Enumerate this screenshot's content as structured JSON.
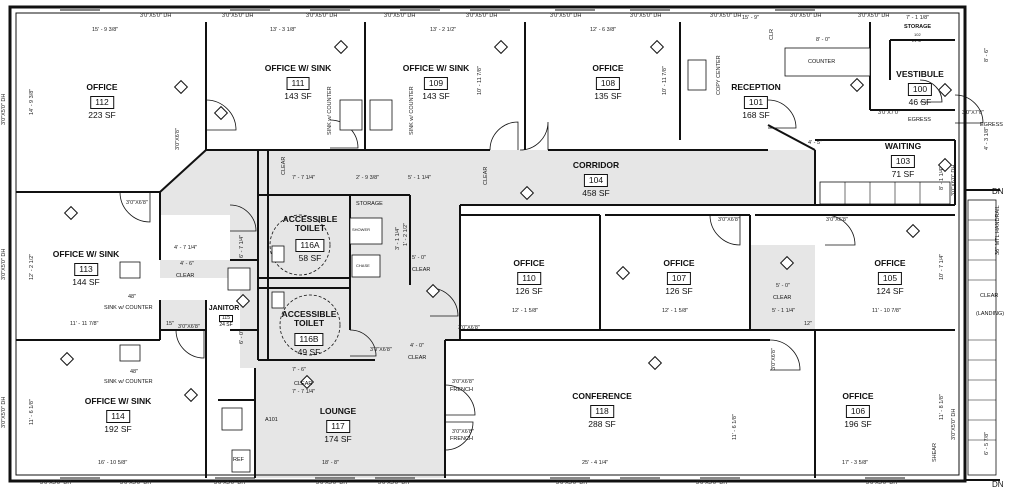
{
  "rooms": [
    {
      "id": "office-112",
      "name": "OFFICE",
      "number": "112",
      "area": "223 SF"
    },
    {
      "id": "office-111",
      "name": "OFFICE W/ SINK",
      "number": "111",
      "area": "143 SF"
    },
    {
      "id": "office-109",
      "name": "OFFICE W/ SINK",
      "number": "109",
      "area": "143 SF"
    },
    {
      "id": "office-108",
      "name": "OFFICE",
      "number": "108",
      "area": "135 SF"
    },
    {
      "id": "reception-101",
      "name": "RECEPTION",
      "number": "101",
      "area": "168 SF"
    },
    {
      "id": "vestibule-100",
      "name": "VESTIBULE",
      "number": "100",
      "area": "46 SF"
    },
    {
      "id": "waiting-103",
      "name": "WAITING",
      "number": "103",
      "area": "71 SF"
    },
    {
      "id": "corridor-104",
      "name": "CORRIDOR",
      "number": "104",
      "area": "458 SF"
    },
    {
      "id": "office-113",
      "name": "OFFICE W/ SINK",
      "number": "113",
      "area": "144 SF"
    },
    {
      "id": "toilet-116a",
      "name": "ACCESSIBLE TOILET",
      "number": "116A",
      "area": "58 SF"
    },
    {
      "id": "toilet-116b",
      "name": "ACCESSIBLE TOILET",
      "number": "116B",
      "area": "49 SF"
    },
    {
      "id": "office-110",
      "name": "OFFICE",
      "number": "110",
      "area": "126 SF"
    },
    {
      "id": "office-107",
      "name": "OFFICE",
      "number": "107",
      "area": "126 SF"
    },
    {
      "id": "office-105",
      "name": "OFFICE",
      "number": "105",
      "area": "124 SF"
    },
    {
      "id": "janitor-115",
      "name": "JANITOR",
      "number": "115",
      "area": "24 SF"
    },
    {
      "id": "office-114",
      "name": "OFFICE W/ SINK",
      "number": "114",
      "area": "192 SF"
    },
    {
      "id": "lounge-117",
      "name": "LOUNGE",
      "number": "117",
      "area": "174 SF"
    },
    {
      "id": "conference-118",
      "name": "CONFERENCE",
      "number": "118",
      "area": "288 SF"
    },
    {
      "id": "office-106",
      "name": "OFFICE",
      "number": "106",
      "area": "196 SF"
    }
  ],
  "labels": {
    "storage_top": "STORAGE",
    "storage_top_num": "102",
    "storage_top_area": "21 SF",
    "storage_mid": "STORAGE",
    "counter": "COUNTER",
    "copy_center": "COPY CENTER",
    "egress_a": "EGRESS",
    "egress_b": "EGRESS",
    "sink_counter_a": "SINK w/ COUNTER",
    "sink_counter_b": "SINK w/ COUNTER",
    "sink_counter_c": "SINK w/ COUNTER",
    "sink_counter_d": "SINK w/ COUNTER",
    "french_a": "FRENCH",
    "french_b": "FRENCH",
    "clear": "CLEAR",
    "dn_a": "DN",
    "dn_b": "DN",
    "landing": "(LANDING)",
    "shear": "SHEAR",
    "ref": "REF",
    "a101": "A101",
    "shower": "SHOWER",
    "chase": "CHASE",
    "clr": "CLR",
    "handrail": "36\" MTL HANDRAIL"
  },
  "door_labels": {
    "d_top_1": "3'0\"X5'0\" DH",
    "d_top_2": "3'0\"X5'0\" DH",
    "d_top_3": "3'0\"X5'0\" DH",
    "d_top_4": "3'0\"X5'0\" DH",
    "d_top_5": "3'0\"X5'0\" DH",
    "d_top_6": "3'0\"X5'0\" DH",
    "d_top_7": "3'0\"X5'0\" DH",
    "d_top_8": "3'0\"X5'0\" DH",
    "d_top_9": "3'0\"X5'0\" DH",
    "d_top_10": "3'0\"X5'0\" DH",
    "d_bot_1": "3'0\"X5'0\" DH",
    "d_bot_2": "3'0\"X5'0\" DH",
    "d_bot_3": "3'0\"X5'0\" DH",
    "d_bot_4": "3'0\"X5'0\" DH",
    "d_bot_5": "3'0\"X5'0\" DH",
    "d_bot_6": "3'0\"X5'0\" DH",
    "d_bot_7": "3'0\"X5'0\" DH",
    "d_bot_8": "3'0\"X5'0\" DH",
    "d_left_1": "3'0\"X5'0\" DH",
    "d_left_2": "3'0\"X5'0\" DH",
    "d_left_3": "3'0\"X5'0\" DH",
    "d_right_1": "3'0\"X6'0\" DH",
    "d_right_2": "3'0\"X5'0\" DH",
    "int_1": "3'0\"X6'8\"",
    "int_2": "3'0\"X6'8\"",
    "int_3": "3'0\"X6'8\"",
    "int_4": "3'0\"X6'8\"",
    "int_5": "3'0\"X6'8\"",
    "int_6": "3'0\"X6'8\"",
    "int_7": "3'0\"X6'8\"",
    "int_8": "3'0\"X6'8\"",
    "int_9": "3'0\"X6'8\"",
    "int_10": "3'0\"X6'8\"",
    "int_11": "3'0\"X7'0\"",
    "int_12": "3'0\"X7'0\""
  },
  "dimensions": {
    "w_112": "15' - 9 3/8\"",
    "w_111": "13' - 3 1/8\"",
    "w_109": "13' - 2 1/2\"",
    "w_108": "12' - 6 3/8\"",
    "w_101": "15' - 9\"",
    "w_100": "7' - 1 1/8\"",
    "w_counter": "8' - 0\"",
    "w_waiting": "4' - 5\"",
    "h_112": "14' - 9 3/8\"",
    "h_113": "12' - 2 1/2\"",
    "h_114": "11' - 6 1/8\"",
    "w_113": "11' - 11 7/8\"",
    "w_114": "16' - 10 5/8\"",
    "w_110": "12' - 1 5/8\"",
    "w_107": "12' - 1 5/8\"",
    "w_105": "11' - 10 7/8\"",
    "w_lounge": "18' - 8\"",
    "w_conf": "25' - 4 1/4\"",
    "w_106": "17' - 3 5/8\"",
    "d_7_7": "7' - 7 1/4\"",
    "d_7_6": "7' - 6\"",
    "d_2_9": "2' - 9 3/8\"",
    "d_5_1": "5' - 1 1/4\"",
    "d_4_7": "4' - 7 1/4\"",
    "d_4_6": "4' - 6\"",
    "d_4_0": "4' - 0\"",
    "d_5_0a": "5' - 0\"",
    "d_5_0b": "5' - 0\"",
    "d_5_1b": "5' - 1 1/4\"",
    "d_3_1": "3' - 1 1/4\"",
    "d_1_2": "1' - 2 1/2\"",
    "d_7_2": "7' - 7 1/4\"",
    "v_10_11": "10' - 11 7/8\"",
    "v_10_11b": "10' - 11 7/8\"",
    "v_11_8": "11' - 8 1/8\"",
    "v_11_6": "11' - 6 1/8\"",
    "v_8_6": "8' - 6\"",
    "v_6_5": "6' - 5 7/8\"",
    "v_4_3": "4' - 3 1/8\"",
    "v_8_1": "8' - 1 1/4\"",
    "v_10_7": "10' - 7 1/4\"",
    "v_6_7": "6' - 7 1/4\"",
    "v_6_0": "6' - 0\"",
    "d_48a": "48\"",
    "d_48b": "48\"",
    "d_15": "15\"",
    "d_12": "12\""
  }
}
